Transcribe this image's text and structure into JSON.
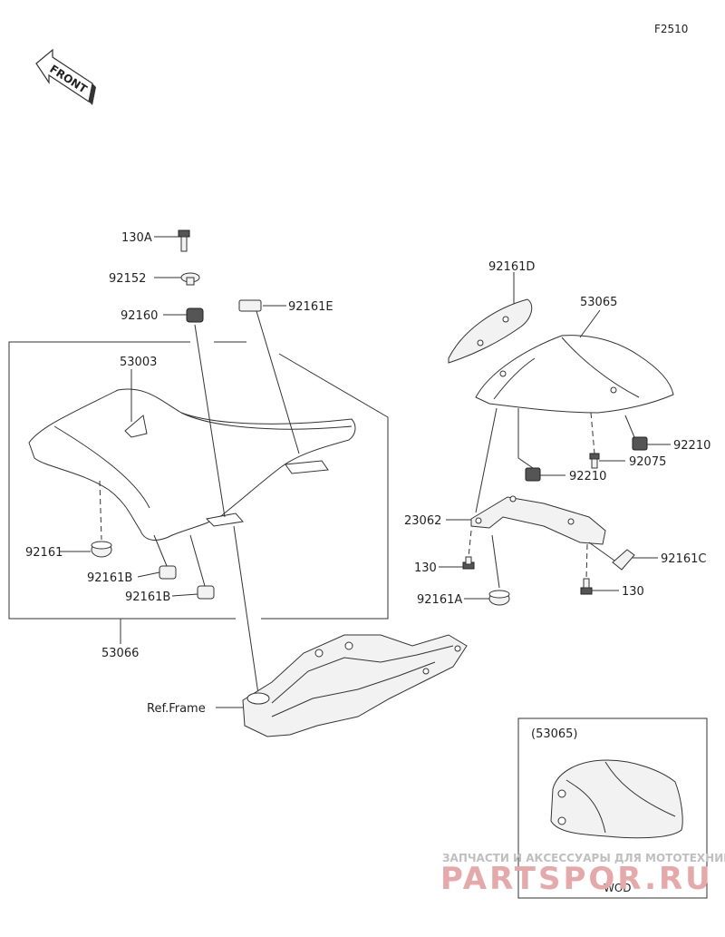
{
  "diagram_code": "F2510",
  "front_label": "FRONT",
  "inset_title": "(53065)",
  "inset_variant": "WOD",
  "ref_frame": "Ref.Frame",
  "parts": {
    "p130A": "130A",
    "p92152": "92152",
    "p92160": "92160",
    "p92161E": "92161E",
    "p53003": "53003",
    "p92161": "92161",
    "p92161B_1": "92161B",
    "p92161B_2": "92161B",
    "p53066": "53066",
    "p92161D": "92161D",
    "p53065": "53065",
    "p92210_1": "92210",
    "p92210_2": "92210",
    "p92075": "92075",
    "p23062": "23062",
    "p130_1": "130",
    "p130_2": "130",
    "p92161A": "92161A",
    "p92161C": "92161C"
  },
  "watermark": {
    "line1": "ЗАПЧАСТИ И АКСЕССУАРЫ ДЛЯ МОТОТЕХНИКИ",
    "line2": "PARTSPOR.RU"
  }
}
